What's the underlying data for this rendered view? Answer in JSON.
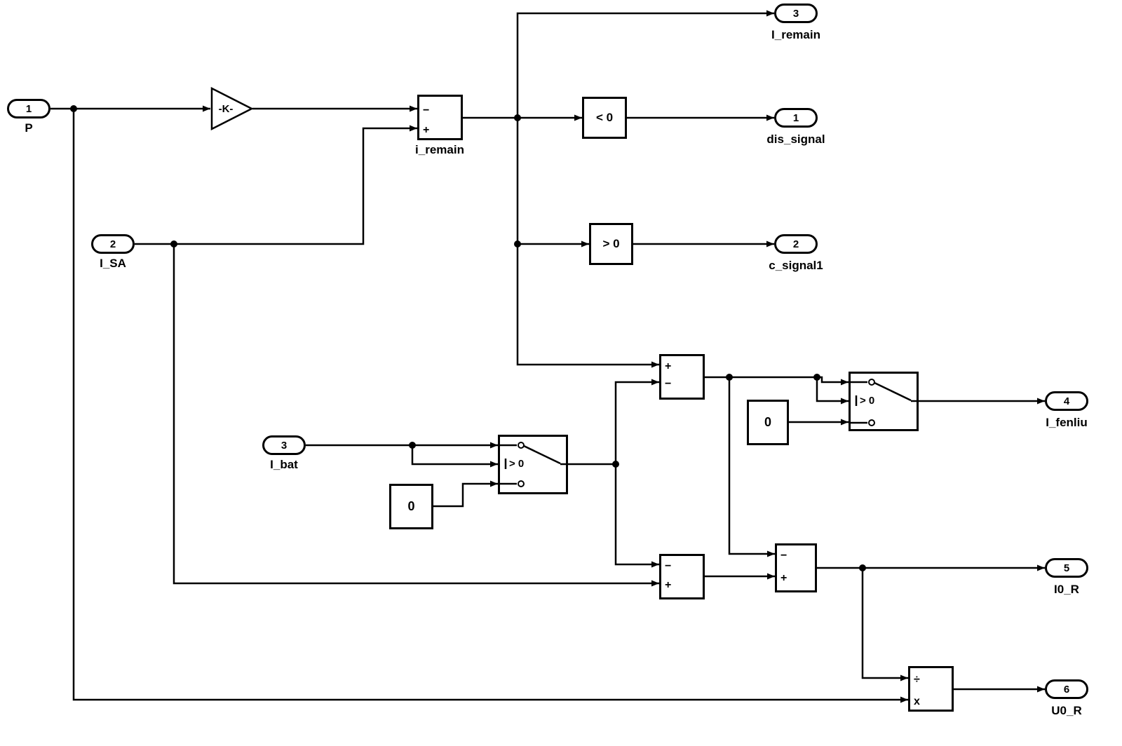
{
  "diagram": {
    "inports": [
      {
        "num": "1",
        "label": "P"
      },
      {
        "num": "2",
        "label": "I_SA"
      },
      {
        "num": "3",
        "label": "I_bat"
      }
    ],
    "outports": [
      {
        "num": "3",
        "label": "I_remain"
      },
      {
        "num": "1",
        "label": "dis_signal"
      },
      {
        "num": "2",
        "label": "c_signal1"
      },
      {
        "num": "4",
        "label": "I_fenliu"
      },
      {
        "num": "5",
        "label": "I0_R"
      },
      {
        "num": "6",
        "label": "U0_R"
      }
    ],
    "blocks": {
      "gain": {
        "label": "-K-"
      },
      "sum_i_remain": {
        "signs": [
          "−",
          "+"
        ],
        "label": "i_remain"
      },
      "compare_lt": {
        "label": "< 0"
      },
      "compare_gt": {
        "label": "> 0"
      },
      "switch_bat": {
        "label": "> 0"
      },
      "const_bat": {
        "value": "0"
      },
      "sum_fenliu": {
        "signs": [
          "+",
          "−"
        ]
      },
      "switch_fenliu": {
        "label": "> 0"
      },
      "const_fenliu": {
        "value": "0"
      },
      "sum_isa": {
        "signs": [
          "−",
          "+"
        ]
      },
      "sum_i0r": {
        "signs": [
          "−",
          "+"
        ]
      },
      "divide": {
        "signs": [
          "÷",
          "x"
        ]
      }
    }
  }
}
